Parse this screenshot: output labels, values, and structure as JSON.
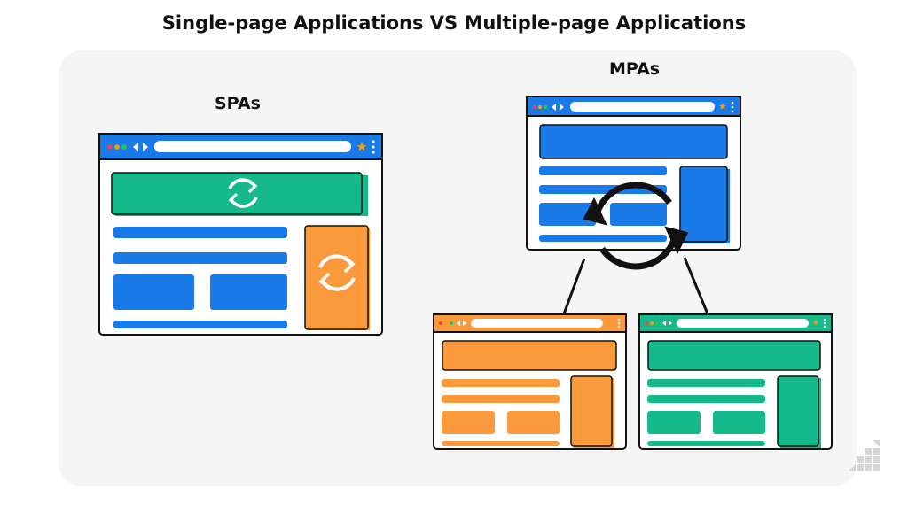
{
  "title": "Single-page Applications VS Multiple-page Applications",
  "spa": {
    "label": "SPAs"
  },
  "mpa": {
    "label": "MPAs"
  },
  "colors": {
    "blue": "#1a7be8",
    "green": "#16b98a",
    "orange": "#fb9a3d",
    "outline": "#111111",
    "panel": "#f5f5f5",
    "dot_red": "#ef4444",
    "dot_orange": "#f59e0b",
    "dot_green": "#22c55e",
    "star": "#f59e0b"
  },
  "icons": [
    "refresh-icon",
    "star-icon",
    "menu-dots-icon",
    "nav-arrows-icon",
    "arrow-down-icon",
    "sync-icon",
    "brand-logo-icon"
  ]
}
